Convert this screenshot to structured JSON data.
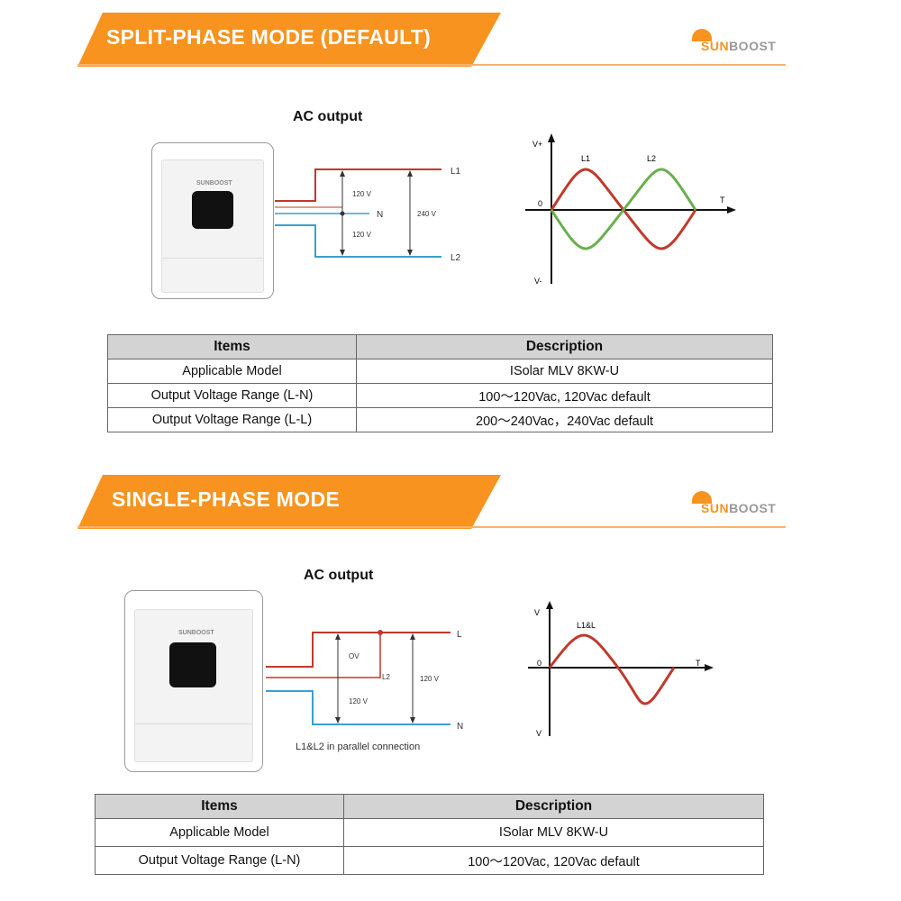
{
  "brand": {
    "name_accent": "SUN",
    "name_rest": "BOOST",
    "colors": {
      "orange": "#f7931e",
      "red": "#c0392b",
      "blue": "#3aa0d0",
      "green": "#6ab04c"
    }
  },
  "sections": [
    {
      "title": "SPLIT-PHASE MODE (DEFAULT)",
      "ac_output_title": "AC output",
      "wiring_labels": {
        "L1": "L1",
        "N": "N",
        "L2": "L2",
        "v_top": "120 V",
        "v_bottom": "120 V",
        "v_total": "240 V"
      },
      "wave_labels": {
        "v_plus": "V+",
        "v_minus": "V-",
        "zero": "0",
        "t": "T",
        "w1": "L1",
        "w2": "L2"
      },
      "table": {
        "headers": [
          "Items",
          "Description"
        ],
        "rows": [
          [
            "Applicable Model",
            "ISolar MLV 8KW-U"
          ],
          [
            "Output Voltage Range (L-N)",
            "100～120Vac, 120Vac default"
          ],
          [
            "Output Voltage Range (L-L)",
            "200～240Vac，240Vac default"
          ]
        ]
      }
    },
    {
      "title": "SINGLE-PHASE MODE",
      "ac_output_title": "AC output",
      "wiring_labels": {
        "L": "L",
        "L2": "L2",
        "N": "N",
        "v_top": "OV",
        "v_bottom": "120 V",
        "v_total": "120 V",
        "caption": "L1&L2 in parallel connection"
      },
      "wave_labels": {
        "v_plus": "V",
        "v_minus": "V",
        "zero": "0",
        "t": "T",
        "w1": "L1&L"
      },
      "table": {
        "headers": [
          "Items",
          "Description"
        ],
        "rows": [
          [
            "Applicable Model",
            "ISolar MLV 8KW-U"
          ],
          [
            "Output Voltage Range (L-N)",
            "100～120Vac, 120Vac default"
          ]
        ]
      }
    }
  ]
}
